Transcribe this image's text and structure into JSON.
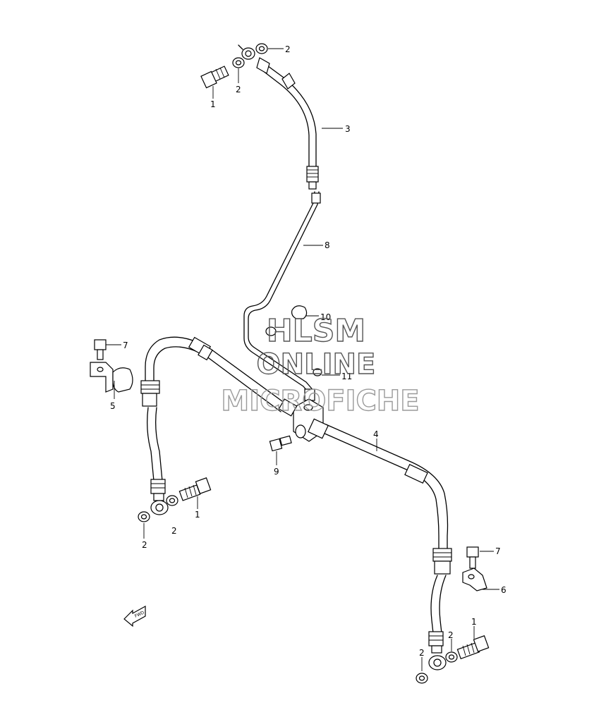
{
  "watermark": {
    "line1": "HLSM",
    "line2": "ONLINE",
    "line3": "MICROFICHE",
    "color_dark": "#555555",
    "color_light": "#9a9a9a"
  },
  "fwd_label": "FWD",
  "callouts": [
    {
      "id": "c-2-top",
      "text": "2"
    },
    {
      "id": "c-2-top-left",
      "text": "2"
    },
    {
      "id": "c-1-top",
      "text": "1"
    },
    {
      "id": "c-3",
      "text": "3"
    },
    {
      "id": "c-8",
      "text": "8"
    },
    {
      "id": "c-10",
      "text": "10"
    },
    {
      "id": "c-11",
      "text": "11"
    },
    {
      "id": "c-7-left",
      "text": "7"
    },
    {
      "id": "c-5",
      "text": "5"
    },
    {
      "id": "c-4",
      "text": "4"
    },
    {
      "id": "c-9",
      "text": "9"
    },
    {
      "id": "c-1-mid",
      "text": "1"
    },
    {
      "id": "c-2-mid-a",
      "text": "2"
    },
    {
      "id": "c-2-mid-b",
      "text": "2"
    },
    {
      "id": "c-7-right",
      "text": "7"
    },
    {
      "id": "c-6",
      "text": "6"
    },
    {
      "id": "c-1-bottom",
      "text": "1"
    },
    {
      "id": "c-2-bottom-a",
      "text": "2"
    },
    {
      "id": "c-2-bottom-b",
      "text": "2"
    }
  ]
}
